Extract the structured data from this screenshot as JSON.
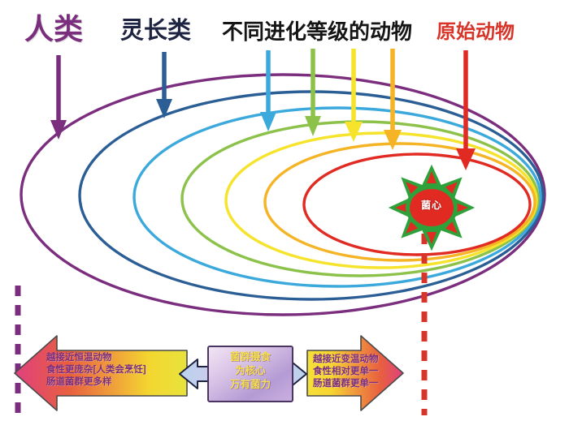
{
  "figure": {
    "title_labels": [
      {
        "id": "human",
        "text": "人类",
        "color": "#7B2D7E"
      },
      {
        "id": "primate",
        "text": "灵长类",
        "color": "#1D2340"
      },
      {
        "id": "grades",
        "text": "不同进化等级的动物",
        "color": "#151515"
      },
      {
        "id": "primitive",
        "text": "原始动物",
        "color": "#D8352A"
      }
    ],
    "center": {
      "label": "菌心",
      "core_color": "#E02A22",
      "star_color": "#2FA13A",
      "text_color": "#FFFFFF"
    },
    "rings": [
      {
        "index": 0,
        "name": "human-ring",
        "color": "#7B2D7E"
      },
      {
        "index": 1,
        "name": "primate-ring",
        "color": "#2C5E96"
      },
      {
        "index": 2,
        "name": "grade-ring-cyan",
        "color": "#3CA9DC"
      },
      {
        "index": 3,
        "name": "grade-ring-green",
        "color": "#8CC24A"
      },
      {
        "index": 4,
        "name": "grade-ring-yellow",
        "color": "#F6E32B"
      },
      {
        "index": 5,
        "name": "grade-ring-orange",
        "color": "#F5B425"
      },
      {
        "index": 6,
        "name": "primitive-ring",
        "color": "#E02A22"
      }
    ],
    "arrows": [
      {
        "index": 0,
        "name": "arrow-human",
        "color": "#7B2D7E"
      },
      {
        "index": 1,
        "name": "arrow-primate",
        "color": "#2C5E96"
      },
      {
        "index": 2,
        "name": "arrow-cyan",
        "color": "#3CA9DC"
      },
      {
        "index": 3,
        "name": "arrow-green",
        "color": "#8CC24A"
      },
      {
        "index": 4,
        "name": "arrow-yellow",
        "color": "#F6E32B"
      },
      {
        "index": 5,
        "name": "arrow-orange",
        "color": "#F5B425"
      },
      {
        "index": 6,
        "name": "arrow-primitive",
        "color": "#E02A22"
      }
    ],
    "guides": [
      {
        "name": "left-dashed-guide",
        "color": "#7B2D7E"
      },
      {
        "name": "right-dashed-guide",
        "color": "#D8352A"
      }
    ],
    "bottom": {
      "left_arrow": {
        "lines": [
          "越接近恒温动物",
          "食性更庞杂[人类会烹饪]",
          "肠道菌群更多样"
        ],
        "fill_from": "#E8E33C",
        "fill_to": "#E0407F",
        "text_color": "#7B2D7E"
      },
      "center_box": {
        "lines": [
          "菌群摄食",
          "为核心",
          "万有菌力"
        ],
        "fill_from": "#E9D7EC",
        "fill_to": "#B49BD4",
        "text_color": "#F4E04A"
      },
      "center_double_arrow": {
        "name": "bidirectional-arrow",
        "fill": "#BBD3EE",
        "stroke": "#1D2340"
      },
      "right_arrow": {
        "lines": [
          "越接近变温动物",
          "食性相对更单一",
          "肠道菌群更单一"
        ],
        "fill_from": "#F6E03A",
        "fill_to": "#E0407F",
        "text_color": "#7B2D7E"
      }
    }
  }
}
